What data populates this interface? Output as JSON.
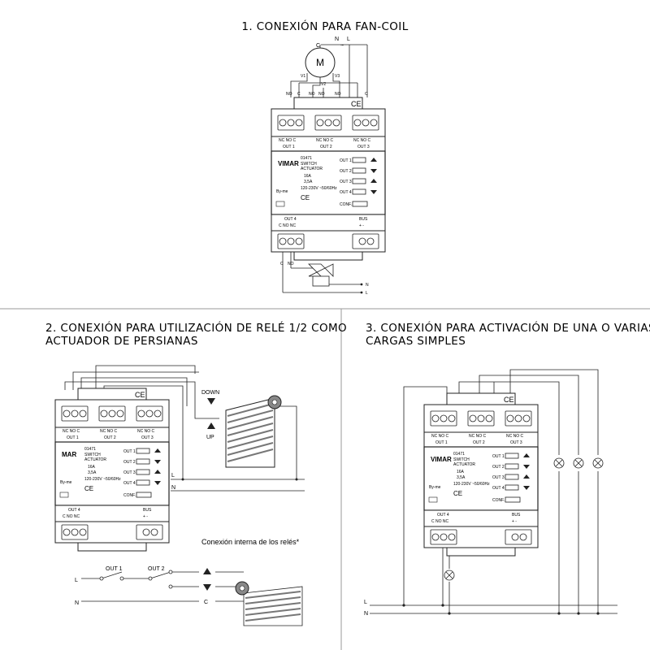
{
  "sections": {
    "s1": {
      "title": "1. CONEXIÓN PARA FAN-COIL"
    },
    "s2": {
      "title_line1": "2. CONEXIÓN PARA UTILIZACIÓN DE RELÉ 1/2 COMO",
      "title_line2": "ACTUADOR DE PERSIANAS"
    },
    "s3": {
      "title_line1": "3. CONEXIÓN PARA ACTIVACIÓN DE UNA O VARIAS",
      "title_line2": "CARGAS SIMPLES"
    }
  },
  "module": {
    "brand": "VIMAR",
    "code": "01471",
    "name1": "SWITCH",
    "name2": "ACTUATOR",
    "rating": "16A",
    "rating2": "3,5A",
    "voltage": "120-230V ~50/60Hz",
    "byme": "By-me",
    "ce": "CE",
    "conf": "CONF.",
    "out1": "OUT 1",
    "out2": "OUT 2",
    "out3": "OUT 3",
    "out4": "OUT 4",
    "bus": "BUS",
    "term_a": "NC NO  C",
    "term_b": "C NO NC",
    "bus_term": "+  -"
  },
  "fancoil": {
    "motor": "M",
    "c": "C",
    "n": "N",
    "l": "L",
    "tilde": "~",
    "v1": "V1",
    "v2": "V2",
    "v3": "V3",
    "no": "NO",
    "cc": "C",
    "bottom_c": "C",
    "bottom_no": "NO"
  },
  "shutter": {
    "down": "DOWN",
    "up": "UP",
    "l": "L",
    "n": "N",
    "mar": "MAR",
    "internal": "Conexión interna de los relés*",
    "out1": "OUT 1",
    "out2": "OUT 2",
    "il": "L",
    "in": "N",
    "c": "C"
  },
  "loads": {
    "l": "L",
    "n": "N"
  }
}
